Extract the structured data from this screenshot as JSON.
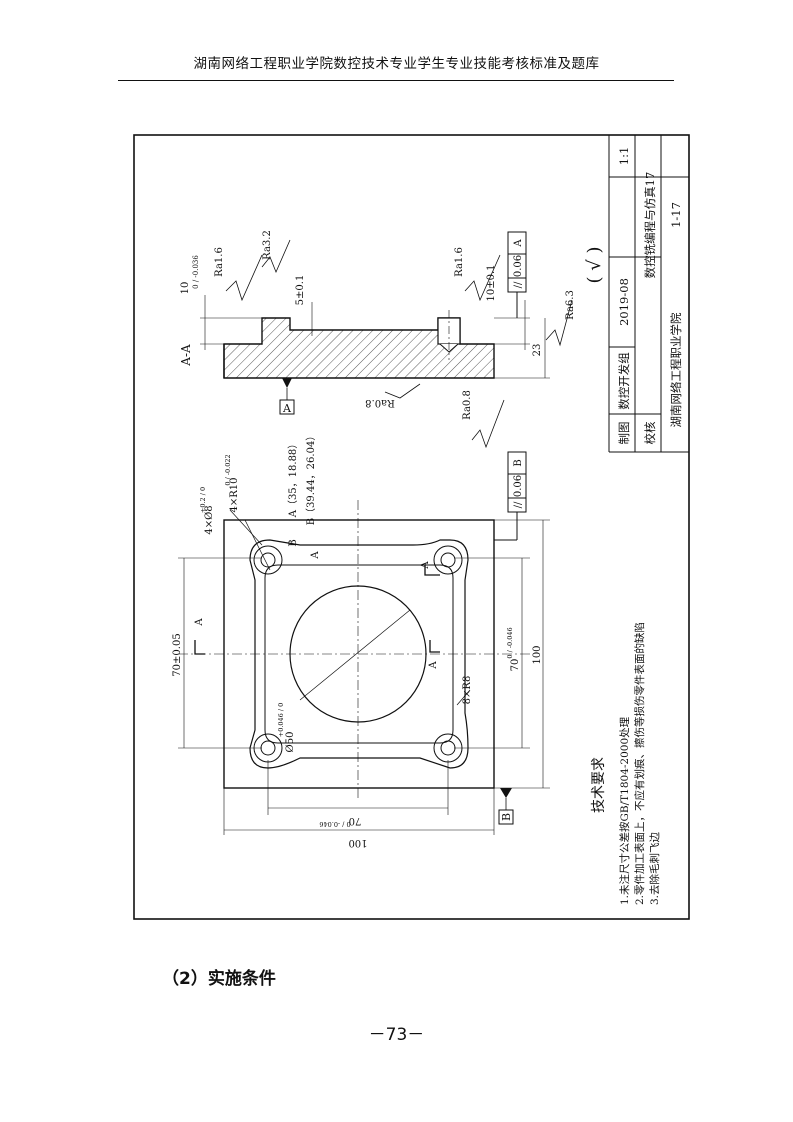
{
  "header": {
    "title": "湖南网络工程职业学院数控技术专业学生专业技能考核标准及题库"
  },
  "drawing": {
    "title_block": {
      "scale": "1:1",
      "drawing_name": "数控铣编程与仿真17",
      "drawing_no": "1-17",
      "drawn_label": "制图",
      "drawn_by": "数控开发组",
      "date": "2019-08",
      "check_label": "校核",
      "school": "湖南网络工程职业学院"
    },
    "section_view": {
      "label": "A-A",
      "ra_1": "Ra1.6",
      "ra_2": "Ra3.2",
      "ra_3": "Ra1.6",
      "ra_4": "Ra0.8",
      "ra_5": "Ra0.8",
      "ra_general": "Ra6.3",
      "ra_general_paren": "( √ )",
      "dim_depth": "5±0.1",
      "dim_top": "10",
      "dim_top_tol": "0 / -0.036",
      "dim_right": "10±0.1",
      "dim_height": "23",
      "parallel_tol": "0.06",
      "datum_a": "A",
      "datum_label_a": "A"
    },
    "plan_view": {
      "hole_label": "4×Ø8",
      "hole_tol": "+0.2 / 0",
      "radius_label": "4×R10",
      "radius_tol": "0 / -0.022",
      "point_a": "A（35，18.88）",
      "point_b": "B（39.44，26.04）",
      "point_a_tag": "A",
      "point_b_tag": "B",
      "parallel_tol": "0.06",
      "datum_b": "B",
      "datum_label_b": "B",
      "dim_70_left": "70±0.05",
      "dim_70_right": "70",
      "dim_70_right_tol": "0 / -0.046",
      "dim_100_right": "100",
      "dim_70_bottom": "70",
      "dim_70_bottom_tol": "0 / -0.046",
      "dim_100_bottom": "100",
      "dim_circle": "Ø50",
      "dim_circle_tol": "+0.046 / 0",
      "corner_radius": "8×R8",
      "section_mark": "A"
    },
    "tech_req": {
      "title": "技术要求",
      "items": [
        "1.未注尺寸公差按GB/T1804-2000处理",
        "2.零件加工表面上，不应有划痕、擦伤等损伤零件表面的缺陷",
        "3.去除毛刺飞边"
      ]
    }
  },
  "section_heading": "（2）实施条件",
  "page_number": "－73－"
}
